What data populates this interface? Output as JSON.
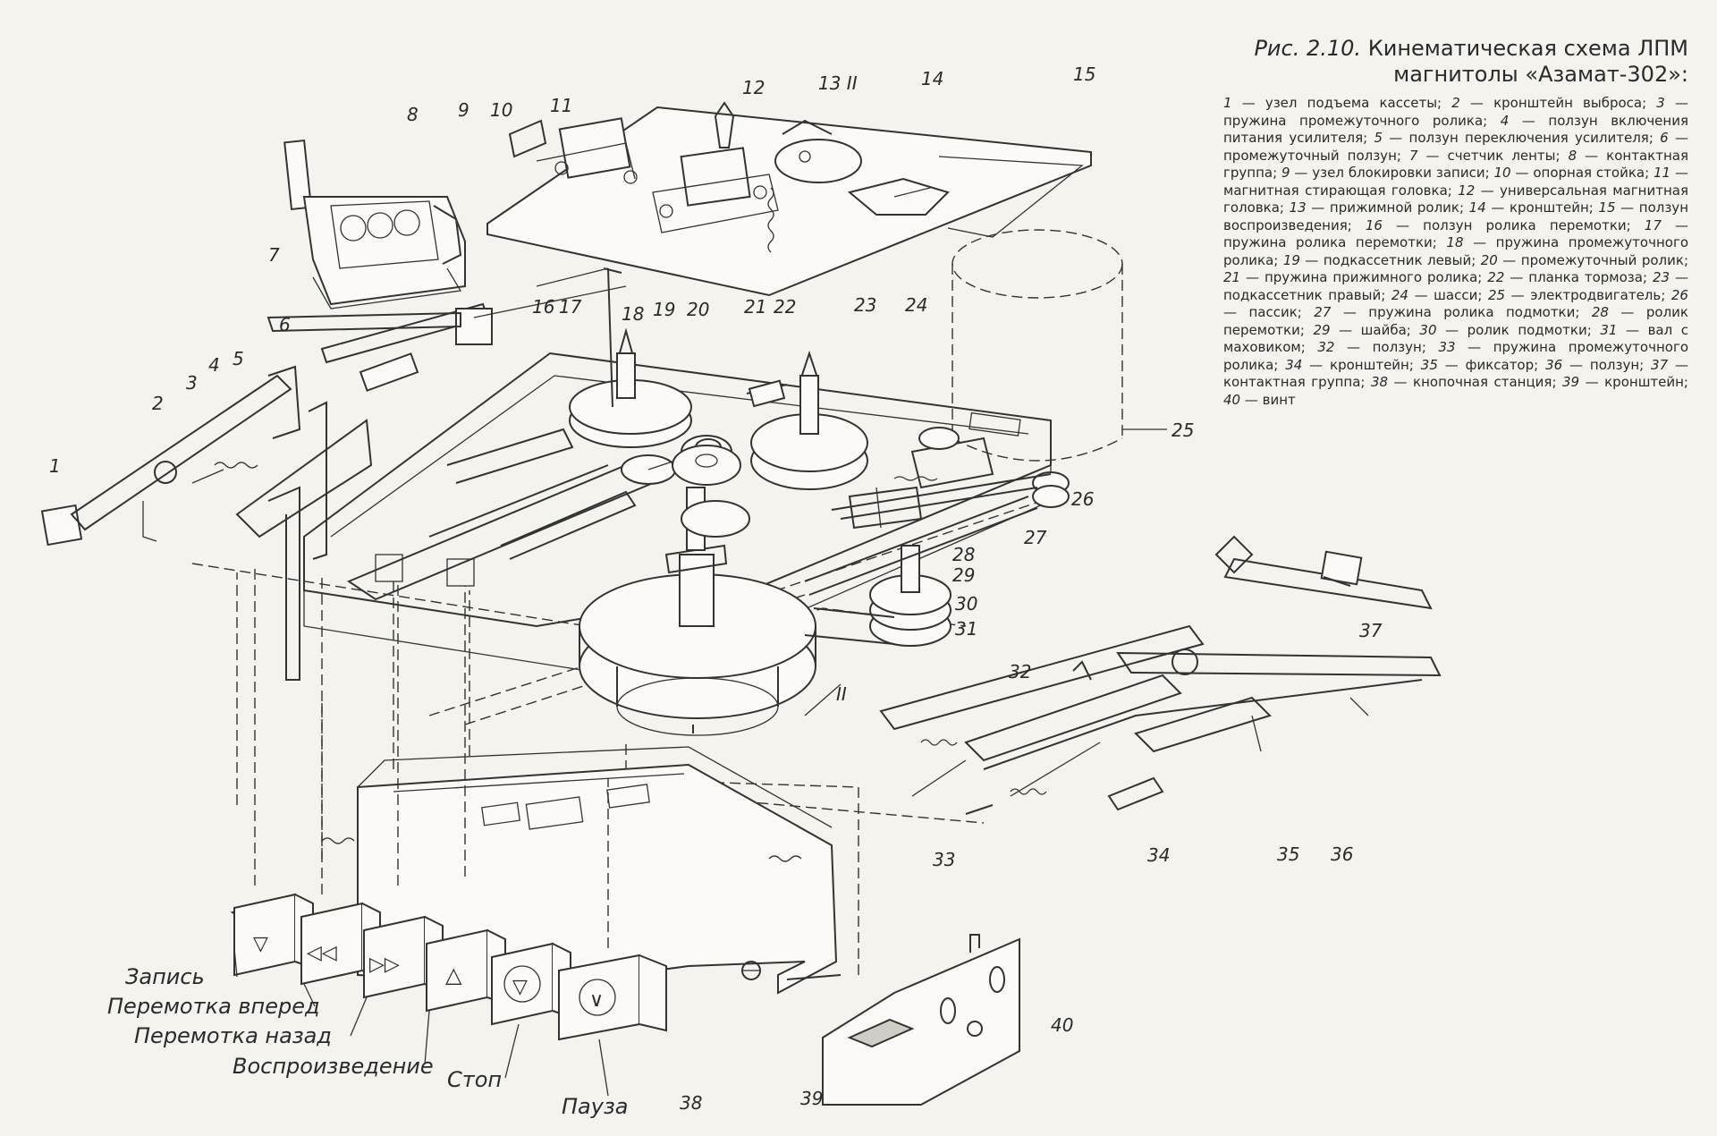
{
  "caption": {
    "figure_label": "Рис. 2.10.",
    "title": "Кинематическая схема ЛПМ магнитолы «Азамат-302»:",
    "legend": [
      {
        "n": "1",
        "text": "узел подъема кассеты"
      },
      {
        "n": "2",
        "text": "кронштейн выброса"
      },
      {
        "n": "3",
        "text": "пружина промежуточного ролика"
      },
      {
        "n": "4",
        "text": "ползун включения питания усилителя"
      },
      {
        "n": "5",
        "text": "ползун переключения усилителя"
      },
      {
        "n": "6",
        "text": "промежуточный ползун"
      },
      {
        "n": "7",
        "text": "счетчик ленты"
      },
      {
        "n": "8",
        "text": "контактная группа"
      },
      {
        "n": "9",
        "text": "узел блокировки записи"
      },
      {
        "n": "10",
        "text": "опорная стойка"
      },
      {
        "n": "11",
        "text": "магнитная стирающая головка"
      },
      {
        "n": "12",
        "text": "универсальная магнитная головка"
      },
      {
        "n": "13",
        "text": "прижимной ролик"
      },
      {
        "n": "14",
        "text": "кронштейн"
      },
      {
        "n": "15",
        "text": "ползун воспроизведения"
      },
      {
        "n": "16",
        "text": "ползун ролика перемотки"
      },
      {
        "n": "17",
        "text": "пружина ролика перемотки"
      },
      {
        "n": "18",
        "text": "пружина промежуточного ролика"
      },
      {
        "n": "19",
        "text": "подкассетник левый"
      },
      {
        "n": "20",
        "text": "промежуточный ролик"
      },
      {
        "n": "21",
        "text": "пружина прижимного ролика"
      },
      {
        "n": "22",
        "text": "планка тормоза"
      },
      {
        "n": "23",
        "text": "подкассетник правый"
      },
      {
        "n": "24",
        "text": "шасси"
      },
      {
        "n": "25",
        "text": "электродвигатель"
      },
      {
        "n": "26",
        "text": "пассик"
      },
      {
        "n": "27",
        "text": "пружина ролика подмотки"
      },
      {
        "n": "28",
        "text": "ролик перемотки"
      },
      {
        "n": "29",
        "text": "шайба"
      },
      {
        "n": "30",
        "text": "ролик подмотки"
      },
      {
        "n": "31",
        "text": "вал с маховиком"
      },
      {
        "n": "32",
        "text": "ползун"
      },
      {
        "n": "33",
        "text": "пружина промежуточного ролика"
      },
      {
        "n": "34",
        "text": "кронштейн"
      },
      {
        "n": "35",
        "text": "фиксатор"
      },
      {
        "n": "36",
        "text": "ползун"
      },
      {
        "n": "37",
        "text": "контактная группа"
      },
      {
        "n": "38",
        "text": "кнопочная станция"
      },
      {
        "n": "39",
        "text": "кронштейн"
      },
      {
        "n": "40",
        "text": "винт"
      }
    ]
  },
  "callouts": {
    "n1": "1",
    "n2": "2",
    "n3": "3",
    "n4": "4",
    "n5": "5",
    "n6": "6",
    "n7": "7",
    "n8": "8",
    "n9": "9",
    "n10": "10",
    "n11": "11",
    "n12": "12",
    "n13": "13 II",
    "n14": "14",
    "n15": "15",
    "n16": "16",
    "n17": "17",
    "n18": "18",
    "n19": "19",
    "n20": "20",
    "n21": "21",
    "n22": "22",
    "n23": "23",
    "n24": "24",
    "n25": "25",
    "n26": "26",
    "n27": "27",
    "n28": "28",
    "n29": "29",
    "n30": "30",
    "n31": "31",
    "n32": "32",
    "n33": "33",
    "n34": "34",
    "n35": "35",
    "n36": "36",
    "n37": "37",
    "n38": "38",
    "n39": "39",
    "n40": "40",
    "sec2": "II"
  },
  "buttons": {
    "record": "Запись",
    "ffwd": "Перемотка вперед",
    "rewind": "Перемотка назад",
    "play": "Воспроизведение",
    "stop": "Стоп",
    "pause": "Пауза",
    "glyphs": {
      "record": "▽",
      "rewind": "◁◁",
      "ffwd": "▷▷",
      "play": "△",
      "stop": "▽",
      "pause": "∨"
    }
  }
}
